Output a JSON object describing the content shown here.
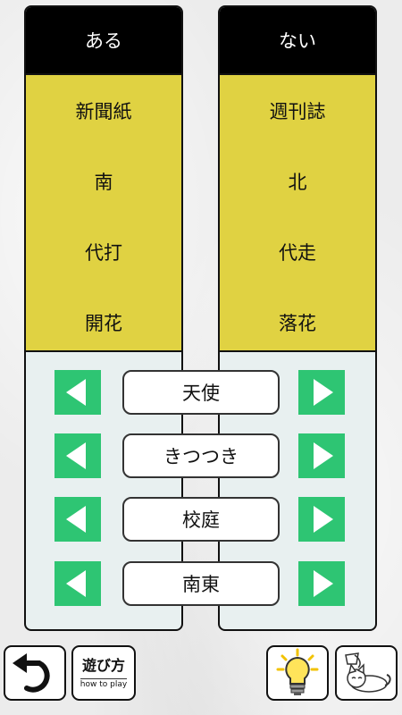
{
  "left_column": {
    "header": "ある",
    "words": [
      "新聞紙",
      "南",
      "代打",
      "開花"
    ]
  },
  "right_column": {
    "header": "ない",
    "words": [
      "週刊誌",
      "北",
      "代走",
      "落花"
    ]
  },
  "sort_cards": [
    "天使",
    "きつつき",
    "校庭",
    "南東"
  ],
  "toolbar": {
    "howto_main": "遊び方",
    "howto_sub": "how to play"
  },
  "icons": {
    "undo": "undo-icon",
    "hint": "lightbulb-icon",
    "cat": "cat-icon",
    "left_arrow": "arrow-left-icon",
    "right_arrow": "arrow-right-icon"
  },
  "colors": {
    "header_bg": "#000000",
    "word_panel": "#e0d242",
    "arrow_button": "#2ec573",
    "lower_panel": "#e8f0f0"
  }
}
